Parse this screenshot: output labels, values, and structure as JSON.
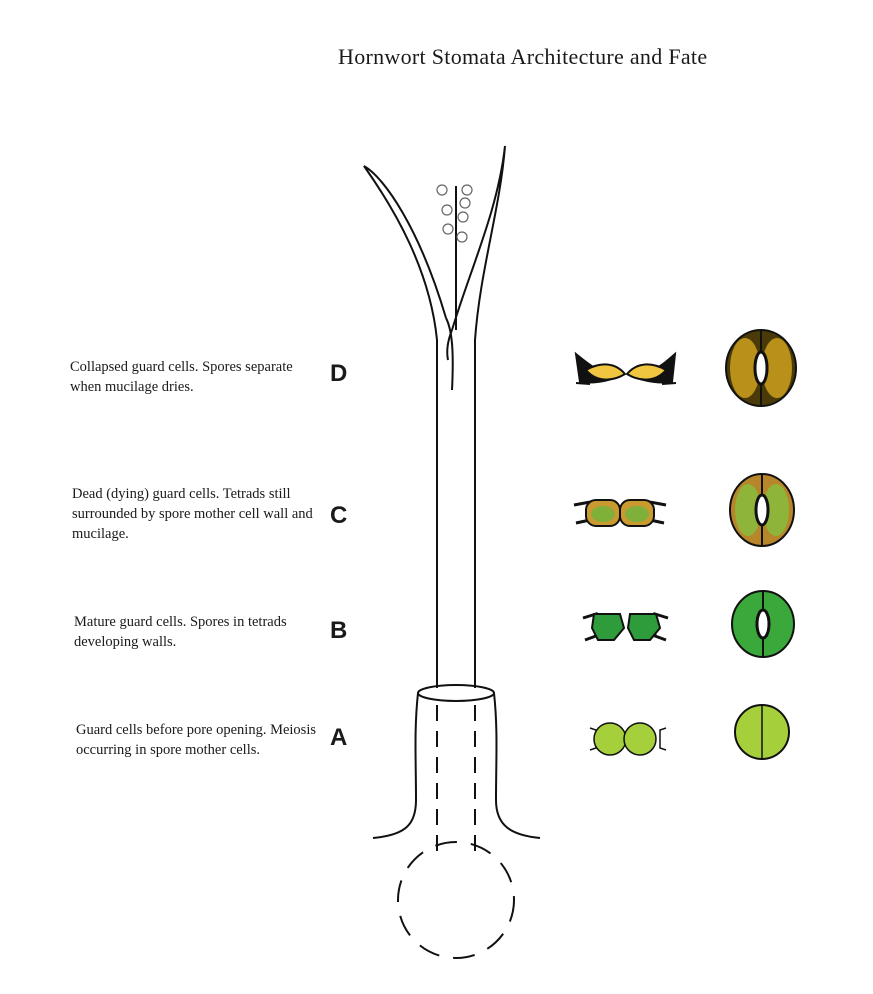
{
  "title": "Hornwort Stomata Architecture and Fate",
  "stages": [
    {
      "letter": "D",
      "description": "Collapsed guard cells. Spores separate when mucilage dries.",
      "fill_color": "#e8b83a",
      "outer_color": "#4a3a08"
    },
    {
      "letter": "C",
      "description": "Dead (dying) guard cells. Tetrads still surrounded by spore mother cell wall and mucilage.",
      "fill_color": "#8fb43a",
      "outer_color": "#b8862a"
    },
    {
      "letter": "B",
      "description": "Mature guard cells. Spores in tetrads developing walls.",
      "fill_color": "#3aa83a",
      "outer_color": "#2e8c2e"
    },
    {
      "letter": "A",
      "description": "Guard cells before pore opening. Meiosis occurring in spore mother cells.",
      "fill_color": "#a6cf3c",
      "outer_color": "#a6cf3c"
    }
  ]
}
